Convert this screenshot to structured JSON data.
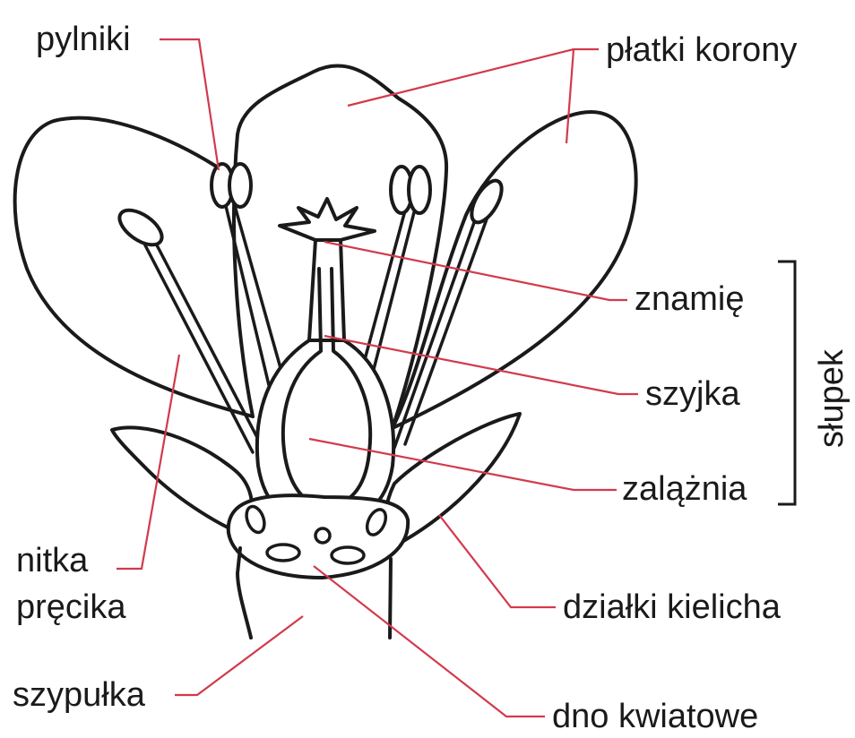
{
  "labels": {
    "pylniki": "pylniki",
    "platki_korony": "płatki korony",
    "znamie": "znamię",
    "szyjka": "szyjka",
    "zalaznia": "zalążnia",
    "slupek": "słupek",
    "nitka": "nitka",
    "precika": "pręcika",
    "dzialki_kielicha": "działki kielicha",
    "szypulka": "szypułka",
    "dno_kwiatowe": "dno kwiatowe"
  },
  "colors": {
    "outline": "#1a1a1a",
    "leader_line": "#d23a4c",
    "background": "#ffffff"
  }
}
